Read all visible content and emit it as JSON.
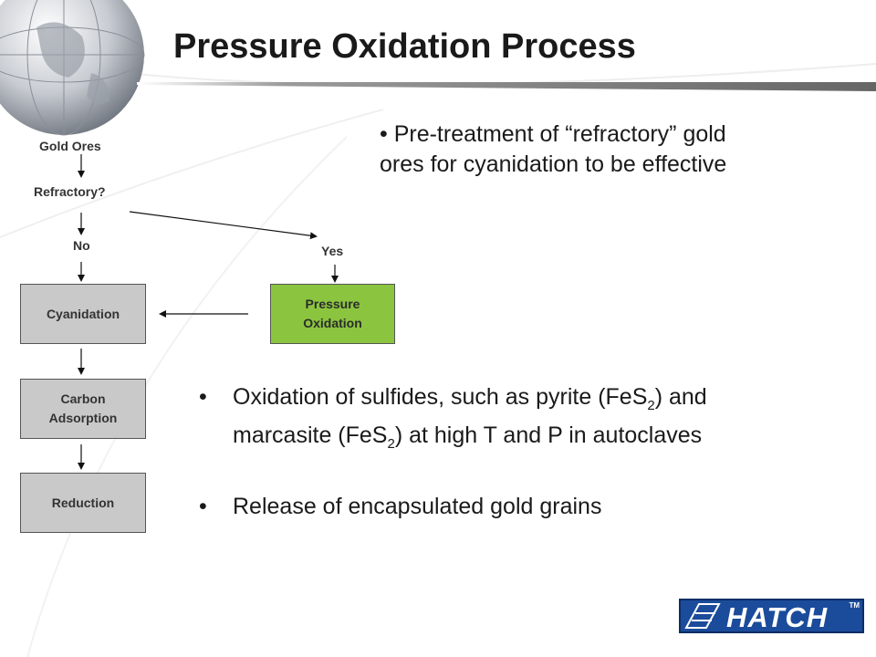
{
  "slide": {
    "title": "Pressure Oxidation Process"
  },
  "flow": {
    "gold_ores": "Gold Ores",
    "refractory": "Refractory?",
    "no": "No",
    "yes": "Yes",
    "cyanidation": "Cyanidation",
    "carbon_line1": "Carbon",
    "carbon_line2": "Adsorption",
    "reduction": "Reduction",
    "pox_line1": "Pressure",
    "pox_line2": "Oxidation"
  },
  "bullets": {
    "top_line1": "• Pre-treatment of “refractory” gold",
    "top_line2": "ores for cyanidation to be effective",
    "b1_part1": "Oxidation of sulfides, such as pyrite (FeS",
    "b1_sub1": "2",
    "b1_part2": ") and",
    "b1_part3": "marcasite (FeS",
    "b1_sub2": "2",
    "b1_part4": ") at high T and P in autoclaves",
    "b2": "Release of encapsulated gold grains",
    "dot": "•"
  },
  "logo": {
    "text": "HATCH",
    "tm": "TM"
  },
  "colors": {
    "box_gray": "#c9c9c9",
    "box_green": "#8bc53f",
    "logo_blue": "#1b4b9b"
  }
}
